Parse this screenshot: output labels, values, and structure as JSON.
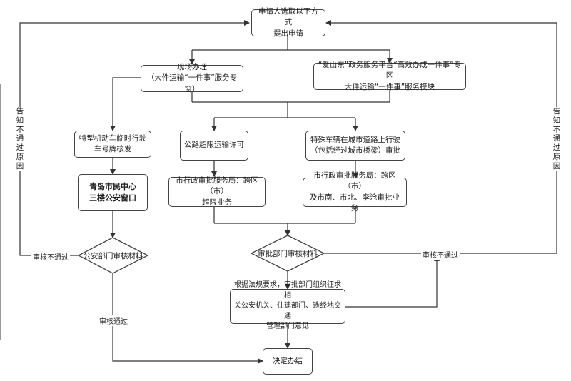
{
  "nodes": {
    "start": "申请人选取以下方式\n提出申请",
    "onsite": "现场办理\n（大件运输“一件事”服务专窗）",
    "online": "“爱山东”政务服务平台“高效办成一件事”专区\n大件运输“一件事”服务模块",
    "special_vehicle": "特型机动车临时行驶\n车号牌核发",
    "highway_permit": "公路超限运输许可",
    "city_road": "特殊车辆在城市道路上行驶\n（包括经过城市桥梁）审批",
    "qingdao_center": "青岛市民中心\n三楼公安窗口",
    "city_admin_1": "市行政审批服务局：跨区（市）\n超限业务",
    "city_admin_2": "市行政审批服务局：跨区（市）\n及市南、市北、李沧审批业务",
    "police_review": "公安部门审核材料",
    "dept_review": "审批部门审核材料",
    "consult": "根据法规要求，审批部门组织征求相\n关公安机关、住建部门、途经地交通\n管理部门意见",
    "decision": "决定办结"
  },
  "labels": {
    "fail_left": "审核不通过",
    "fail_right": "审核不通过",
    "pass": "审核通过",
    "notify_left": "告知不通过原因",
    "notify_right": "告知不通过原因"
  }
}
